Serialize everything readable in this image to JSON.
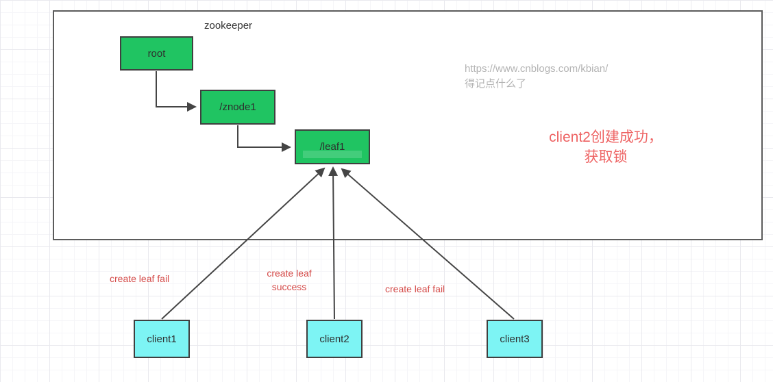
{
  "diagram": {
    "container_label": "zookeeper",
    "watermark": {
      "line1": "https://www.cnblogs.com/kbian/",
      "line2": "得记点什么了"
    },
    "annotation": {
      "line1": "client2创建成功，",
      "line2": "获取锁"
    },
    "znodes": [
      {
        "label": "root"
      },
      {
        "label": "/znode1"
      },
      {
        "label": "/leaf1"
      }
    ],
    "clients": [
      {
        "label": "client1"
      },
      {
        "label": "client2"
      },
      {
        "label": "client3"
      }
    ],
    "edge_labels": [
      {
        "text": "create leaf  fail"
      },
      {
        "text": "create leaf success"
      },
      {
        "text": "create leaf  fail"
      }
    ],
    "colors": {
      "znode_fill": "#20c462",
      "client_fill": "#7df4f4",
      "box_border": "#3f3f3f",
      "container_border": "#5b5b5b",
      "arrow": "#454545",
      "edge_label_red": "#d44a48",
      "annotation_red": "#ee6464",
      "watermark_gray": "#b4b4b4"
    }
  }
}
